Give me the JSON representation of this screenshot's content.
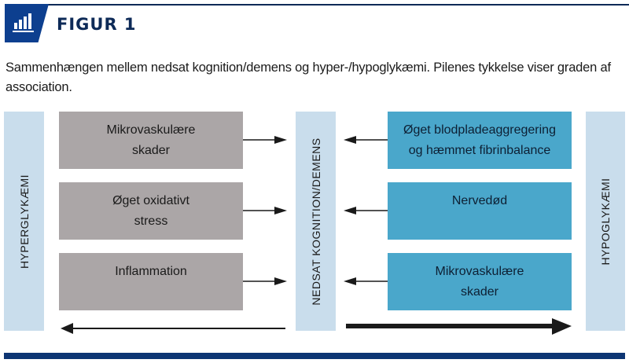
{
  "header": {
    "title": "FIGUR 1",
    "icon": "bar-chart-icon"
  },
  "caption": "Sammenhængen mellem nedsat kognition/demens og hyper-/hypoglykæmi. Pilenes tykkelse viser graden af association.",
  "diagram": {
    "left_bar_label": "HYPERGLYKÆMI",
    "center_bar_label": "NEDSAT KOGNITION/DEMENS",
    "right_bar_label": "HYPOGLYKÆMI",
    "left_boxes": [
      {
        "line1": "Mikrovaskulære",
        "line2": "skader"
      },
      {
        "line1": "Øget oxidativt",
        "line2": "stress"
      },
      {
        "line1": "Inflammation",
        "line2": ""
      }
    ],
    "right_boxes": [
      {
        "line1": "Øget blodpladeaggregering",
        "line2": "og hæmmet fibrinbalance"
      },
      {
        "line1": "Nervedød",
        "line2": ""
      },
      {
        "line1": "Mikrovaskulære",
        "line2": "skader"
      }
    ],
    "colors": {
      "grey_box": "#aba6a7",
      "blue_box": "#4aa7cb",
      "side_bar": "#c9ddec",
      "brand_navy": "#0d3573"
    },
    "arrows": {
      "left_to_center": "thin",
      "right_to_center": "thin",
      "bottom_left": "thin, pointing left (toward hyperglykæmi)",
      "bottom_right": "thick, pointing right (toward hypoglykæmi)"
    }
  }
}
